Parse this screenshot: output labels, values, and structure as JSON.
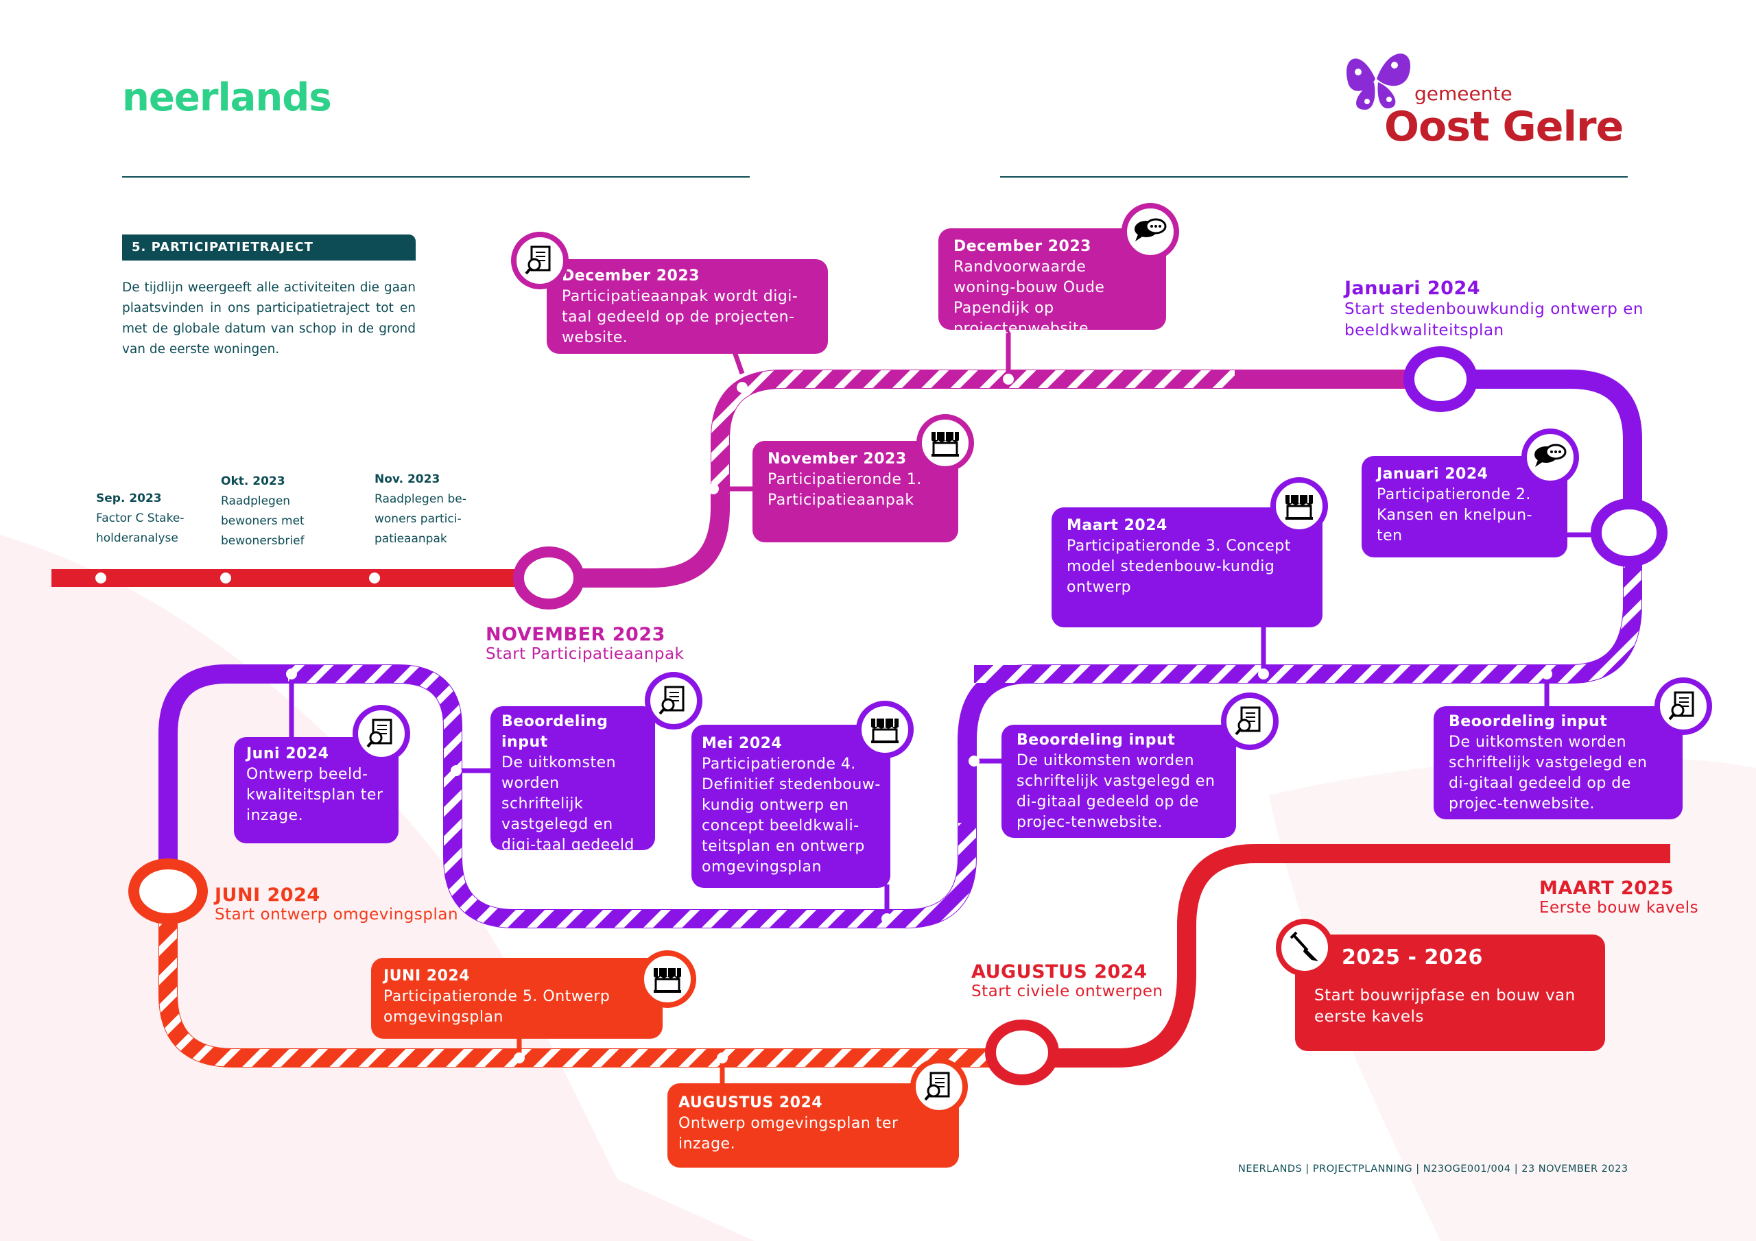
{
  "header": {
    "brand": "neerlands",
    "logo_small": "gemeente",
    "logo_big": "Oost Gelre"
  },
  "section": {
    "title": "5. PARTICIPATIETRAJECT",
    "intro": "De tijdlijn weergeeft alle activiteiten die gaan plaatsvinden in ons participatietraject tot en met de globale datum van schop in de grond van de eerste woningen."
  },
  "early_milestones": [
    {
      "date": "Sep. 2023",
      "text": "Factor C Stake-holderanalyse"
    },
    {
      "date": "Okt. 2023",
      "text": "Raadplegen bewoners met bewonersbrief"
    },
    {
      "date": "Nov. 2023",
      "text": "Raadplegen be-woners partici-patieaanpak"
    }
  ],
  "labels": {
    "nov2023_title": "NOVEMBER 2023",
    "nov2023_sub": "Start Participatieaanpak",
    "jan2024_title": "Januari 2024",
    "jan2024_sub": "Start stedenbouwkundig ontwerp en beeldkwaliteitsplan",
    "jun2024_title": "JUNI 2024",
    "jun2024_sub": "Start ontwerp omgevingsplan",
    "aug2024_title": "AUGUSTUS 2024",
    "aug2024_sub": "Start civiele ontwerpen",
    "mrt2025_title": "MAART 2025",
    "mrt2025_sub": "Eerste bouw kavels"
  },
  "cards": {
    "dec2023a": {
      "title": "December 2023",
      "text": "Participatieaanpak wordt digi-taal gedeeld op de projecten-website."
    },
    "dec2023b": {
      "title": "December 2023",
      "text": "Randvoorwaarde woning-bouw Oude Papendijk op projectenwebsite."
    },
    "nov2023": {
      "title": "November 2023",
      "text": "Participatieronde 1. Participatieaanpak"
    },
    "jan2024": {
      "title": "Januari 2024",
      "text": "Participatieronde 2. Kansen en knelpun-ten"
    },
    "mrt2024": {
      "title": "Maart 2024",
      "text": "Participatieronde 3. Concept model stedenbouw-kundig ontwerp"
    },
    "beoordeling1": {
      "title": "Beoordeling input",
      "text": "De uitkomsten worden schriftelijk vastgelegd en digi-taal gedeeld op de projectenwebsite."
    },
    "mei2024": {
      "title": "Mei 2024",
      "text": "Participatieronde 4. Definitief stedenbouw-kundig ontwerp en concept beeldkwali-teitsplan en ontwerp omgevingsplan"
    },
    "jun2024a": {
      "title": "Juni 2024",
      "text": "Ontwerp beeld-kwaliteitsplan ter inzage."
    },
    "beoordeling2": {
      "title": "Beoordeling input",
      "text": "De uitkomsten worden schriftelijk vastgelegd en di-gitaal gedeeld op de projec-tenwebsite."
    },
    "beoordeling3": {
      "title": "Beoordeling input",
      "text": "De uitkomsten worden schriftelijk vastgelegd en di-gitaal gedeeld op de projec-tenwebsite."
    },
    "jun2024b": {
      "title": "JUNI 2024",
      "text": "Participatieronde 5. Ontwerp omgevingsplan"
    },
    "aug2024": {
      "title": "AUGUSTUS 2024",
      "text": "Ontwerp omgevingsplan ter inzage."
    },
    "bouw": {
      "title": "2025 - 2026",
      "text": "Start bouwrijpfase en bouw van eerste kavels"
    }
  },
  "colors": {
    "magenta": "#c21fa3",
    "purple": "#8a14e6",
    "orange": "#f23b1a",
    "red": "#e01e2c",
    "teal": "#0d4c55",
    "green": "#2ed18a"
  },
  "icons": [
    "document-search-icon",
    "chat-bubbles-icon",
    "market-stall-icon",
    "shovel-icon"
  ],
  "footer": "NEERLANDS | PROJECTPLANNING | N23OGE001/004 | 23 NOVEMBER 2023"
}
